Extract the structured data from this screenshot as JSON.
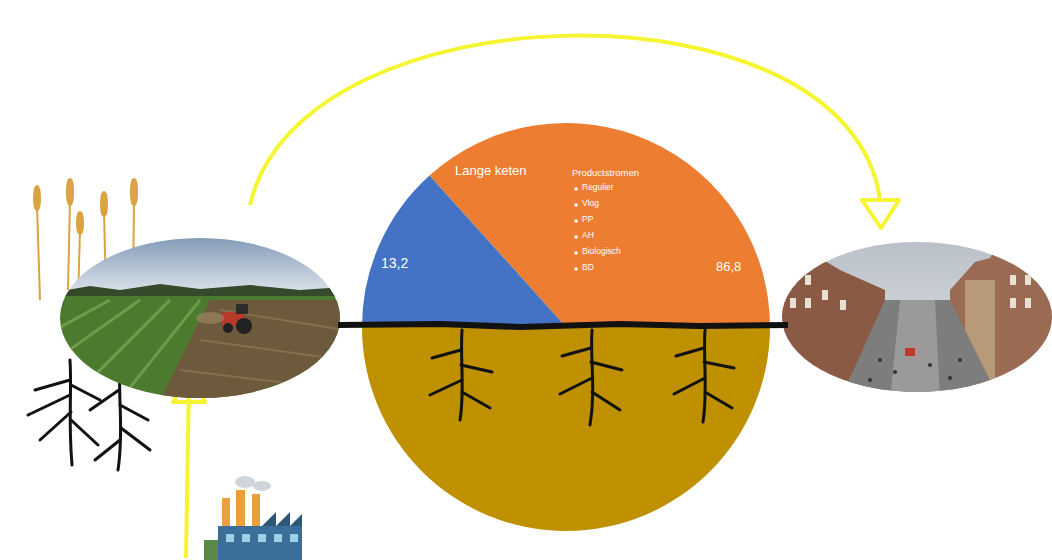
{
  "diagram": {
    "nodes": [
      {
        "text": [
          "Lange keten",
          "Productstromen",
          "Regulier",
          "Vlog",
          "PP",
          "AH",
          "Biologisch",
          "BD",
          "86,8"
        ]
      },
      {
        "text": [
          "13,2"
        ]
      }
    ]
  }
}
